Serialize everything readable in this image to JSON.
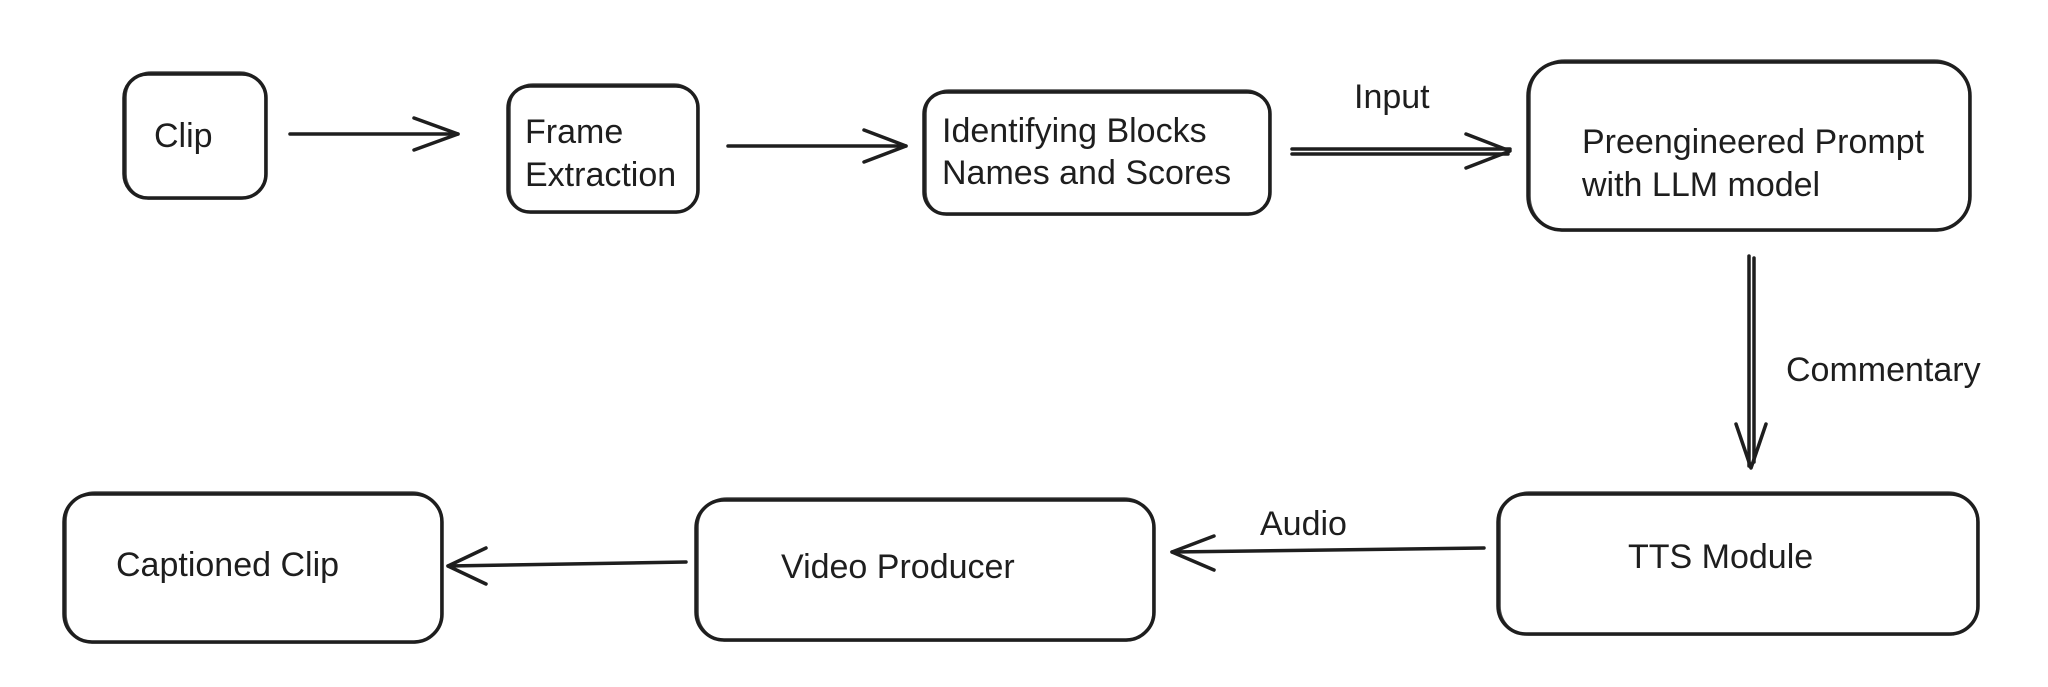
{
  "nodes": {
    "clip": {
      "lines": [
        "Clip"
      ]
    },
    "frame_extraction": {
      "lines": [
        "Frame",
        "Extraction"
      ]
    },
    "identifying_blocks": {
      "lines": [
        "Identifying Blocks",
        "Names and Scores"
      ]
    },
    "prompt_llm": {
      "lines": [
        "Preengineered Prompt",
        "with LLM model"
      ]
    },
    "tts_module": {
      "lines": [
        "TTS Module"
      ]
    },
    "video_producer": {
      "lines": [
        "Video Producer"
      ]
    },
    "captioned_clip": {
      "lines": [
        "Captioned Clip"
      ]
    }
  },
  "edges": {
    "input": {
      "label": "Input"
    },
    "commentary": {
      "label": "Commentary"
    },
    "audio": {
      "label": "Audio"
    }
  }
}
